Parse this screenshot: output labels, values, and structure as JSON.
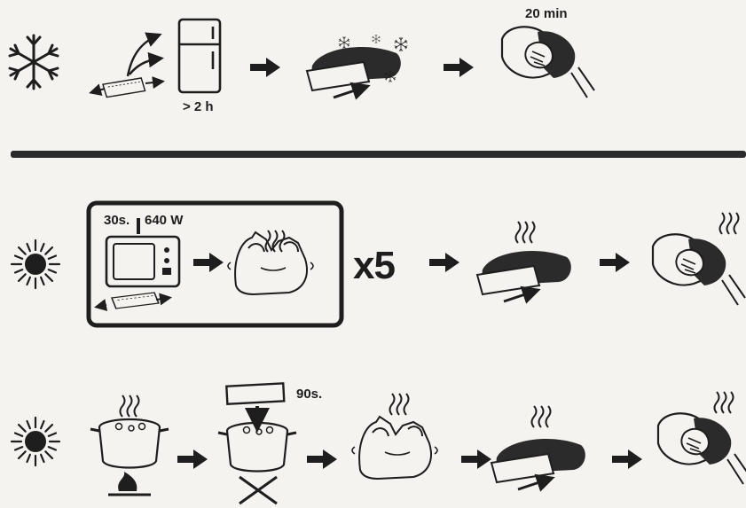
{
  "row_cold": {
    "fridge_time": "> 2 h",
    "apply_time": "20 min"
  },
  "row_microwave": {
    "power_time": "30s.",
    "power_watts": "640 W",
    "repeat": "x5"
  },
  "row_boil": {
    "boil_time": "90s."
  },
  "colors": {
    "ink": "#1e1e1e",
    "paper": "#f4f3ef",
    "fill_dark": "#2b2b2b"
  }
}
